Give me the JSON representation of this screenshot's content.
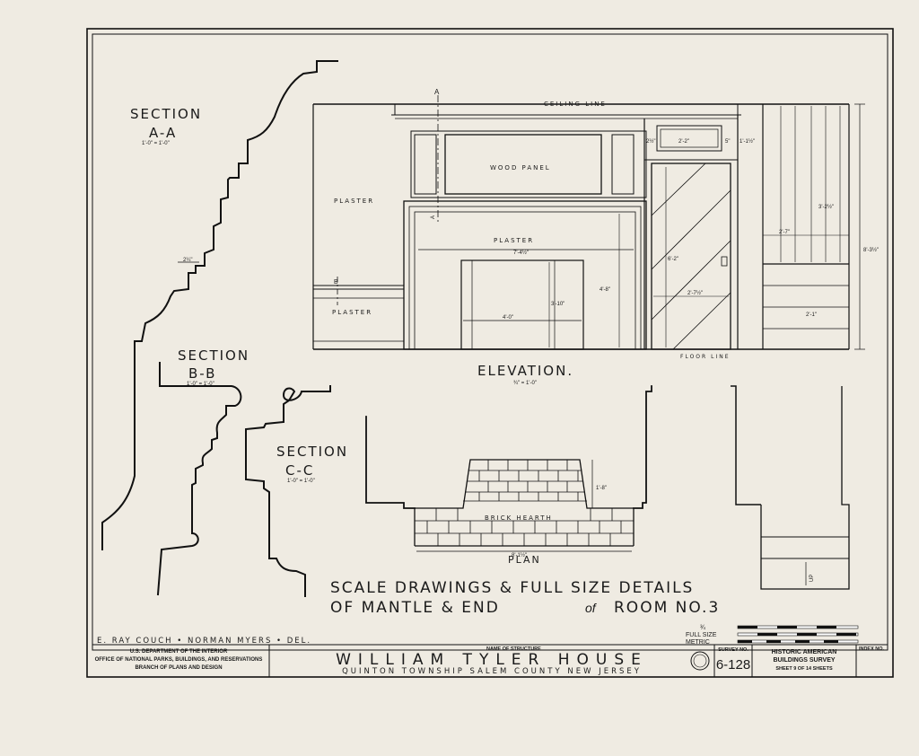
{
  "sections": {
    "aa_title": "SECTION",
    "aa_label": "A-A",
    "aa_scale": "1'-0\" = 1'-0\"",
    "aa_dim": "2¼\"",
    "bb_title": "SECTION",
    "bb_label": "B-B",
    "bb_scale": "1'-0\" = 1'-0\"",
    "cc_title": "SECTION",
    "cc_label": "C-C",
    "cc_scale": "1'-0\" = 1'-0\""
  },
  "elevation": {
    "ceiling_line": "CEILING LINE",
    "floor_line": "FLOOR LINE",
    "wood_panel": "WOOD PANEL",
    "plaster_left": "PLASTER",
    "plaster_center": "PLASTER",
    "plaster_lower": "PLASTER",
    "marker_a": "A",
    "marker_b": "B",
    "dim_opening": "7'-4½\"",
    "dim_firebox_w": "4'-0\"",
    "dim_firebox_h": "3'-10\"",
    "dim_mantle_h": "4'-8\"",
    "dim_panel_w": "2'-2\"",
    "dim_door_side": "5\"",
    "dim_door_side2": "1'-1½\"",
    "dim_left_small": "2½\"",
    "dim_door_h": "6'-2\"",
    "dim_door_w": "2'-7½\"",
    "dim_cab_w": "2'-7\"",
    "dim_cab_upper": "3'-2½\"",
    "dim_cab_lower": "2'-1\"",
    "dim_total_h": "8'-3½\"",
    "title": "ELEVATION.",
    "scale": "¾\" = 1'-0\""
  },
  "plan": {
    "hearth": "BRICK HEARTH",
    "dim_depth": "1'-8\"",
    "dim_width": "8'-1½\"",
    "title": "PLAN",
    "up_label": "UP"
  },
  "heading": {
    "line1": "SCALE DRAWINGS & FULL SIZE DETAILS",
    "line2_a": "OF MANTLE & END",
    "line2_of": "of",
    "line2_b": "ROOM NO.3"
  },
  "scale_block": {
    "fraction": "¾",
    "full_size": "FULL SIZE",
    "metric": "METRIC"
  },
  "delineators": "E. RAY COUCH • NORMAN MYERS • DEL.",
  "title_block": {
    "agency_1": "U.S. DEPARTMENT OF THE INTERIOR",
    "agency_2": "OFFICE OF NATIONAL PARKS, BUILDINGS, AND RESERVATIONS",
    "agency_3": "BRANCH OF PLANS AND DESIGN",
    "name_label": "NAME OF STRUCTURE",
    "name": "WILLIAM TYLER HOUSE",
    "location": "QUINTON TOWNSHIP   SALEM COUNTY   NEW JERSEY",
    "survey_label": "SURVEY NO.",
    "survey_no": "6-128",
    "habs_1": "HISTORIC AMERICAN",
    "habs_2": "BUILDINGS SURVEY",
    "sheet": "SHEET 9 OF 14 SHEETS",
    "index_label": "INDEX NO."
  }
}
